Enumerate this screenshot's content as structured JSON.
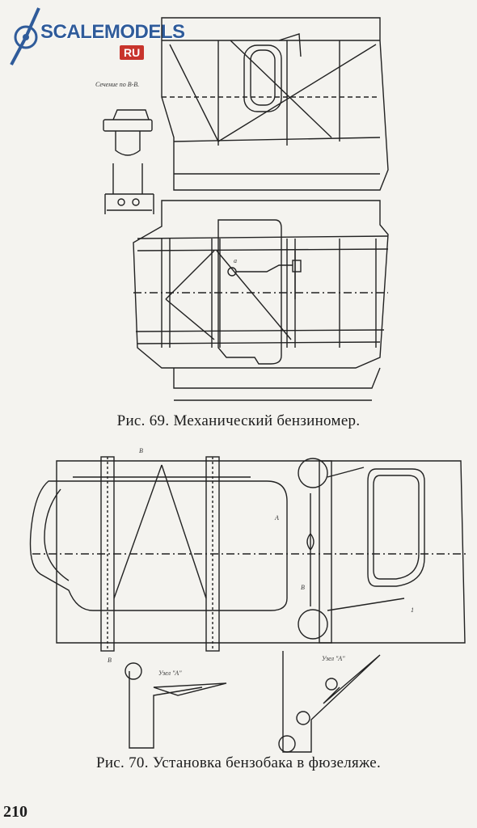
{
  "watermark": {
    "brand": "SCALEMODELS",
    "domain": "RU"
  },
  "figure69": {
    "caption": "Рис. 69. Механический бензиномер.",
    "label_section": "Сечение по В-В.",
    "label_a": "а"
  },
  "figure70": {
    "caption": "Рис. 70. Установка бензобака в фюзеляже.",
    "label_node_upper": "Узел \"А\"",
    "label_node_lower": "Узел \"А\"",
    "label_a1": "А",
    "label_b1": "В",
    "label_b2": "В",
    "label_b3": "В",
    "label_1": "1"
  },
  "page": {
    "number": "210"
  }
}
